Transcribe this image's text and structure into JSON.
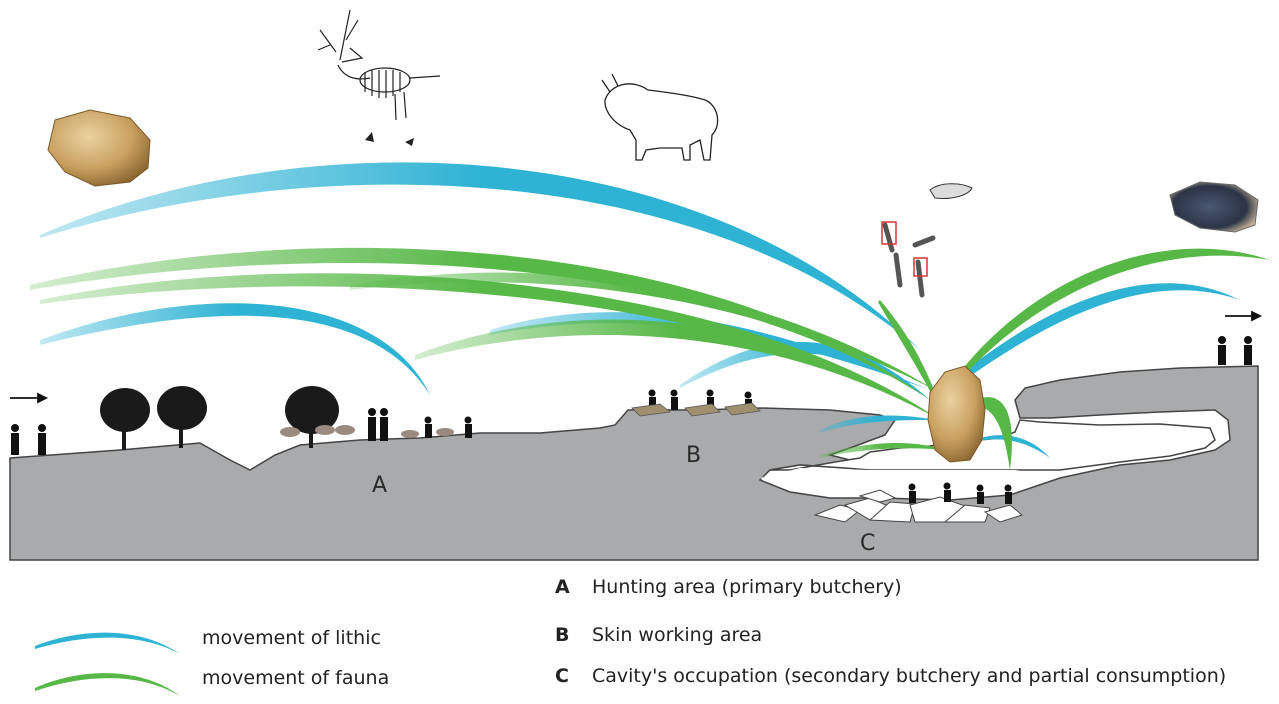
{
  "areas": [
    {
      "letter": "A",
      "description": "Hunting area (primary butchery)"
    },
    {
      "letter": "B",
      "description": "Skin working area"
    },
    {
      "letter": "C",
      "description": "Cavity's occupation (secondary butchery and partial consumption)"
    }
  ],
  "legend": [
    {
      "label": "movement of lithic",
      "color": "#2fb3d4"
    },
    {
      "label": "movement of fauna",
      "color": "#57b847"
    }
  ],
  "colors": {
    "ground": "#a9aaab",
    "ground_outline": "#444444",
    "lithic": "#2fb3d4",
    "fauna": "#57b847",
    "flint": "#c8a564"
  },
  "icons": [
    "arrow-right-icon",
    "flint-tool-icon",
    "reindeer-skeleton-icon",
    "bison-outline-icon",
    "bone-fragments-icon",
    "tree-icon",
    "human-figure-icon"
  ]
}
